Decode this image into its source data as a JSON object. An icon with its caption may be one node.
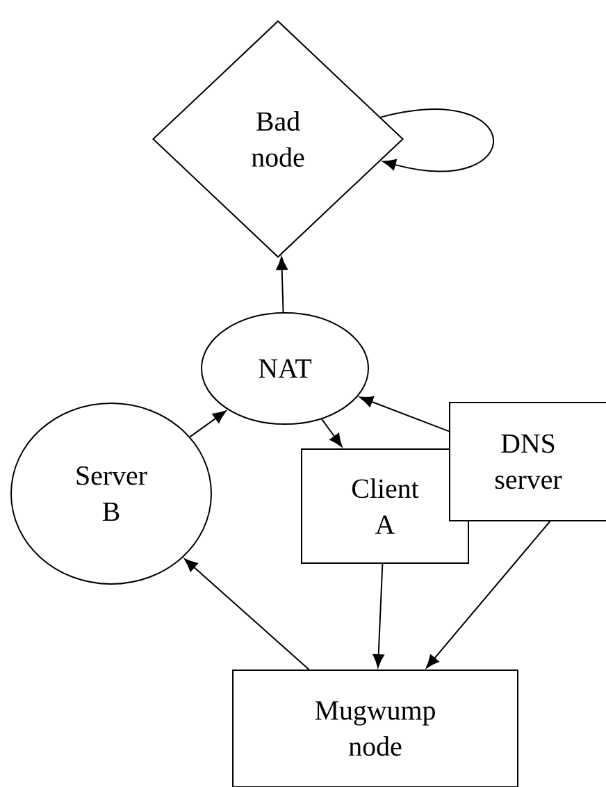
{
  "diagram": {
    "nodes": [
      {
        "text": [
          "Bad node"
        ]
      },
      {
        "text": [
          "NAT"
        ]
      },
      {
        "text": [
          "Client A"
        ]
      },
      {
        "text": [
          "DNS server"
        ]
      },
      {
        "text": [
          "Server B"
        ]
      },
      {
        "text": [
          "Mugwump node"
        ]
      }
    ],
    "edges": [
      {
        "from": 1,
        "to": 0,
        "arrow": "to"
      },
      {
        "from": 0,
        "to": 0,
        "arrow": "to"
      },
      {
        "from": 1,
        "to": 2,
        "arrow": "to"
      },
      {
        "from": 3,
        "to": 1,
        "arrow": "to"
      },
      {
        "from": 4,
        "to": 1,
        "arrow": "to"
      },
      {
        "from": 2,
        "to": 5,
        "arrow": "to"
      },
      {
        "from": 3,
        "to": 5,
        "arrow": "to"
      },
      {
        "from": 5,
        "to": 4,
        "arrow": "to"
      }
    ]
  }
}
